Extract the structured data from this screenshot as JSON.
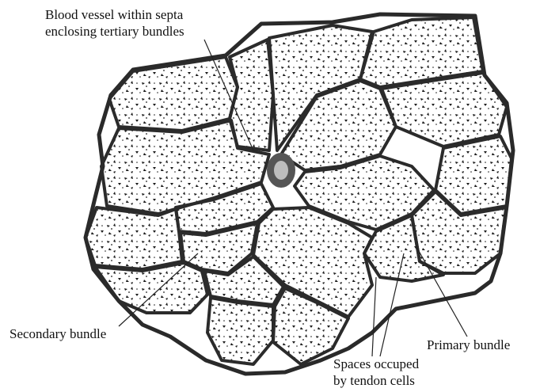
{
  "diagram": {
    "labels": {
      "blood_vessel_line1": "Blood vessel within septa",
      "blood_vessel_line2": "enclosing tertiary bundles",
      "secondary_bundle": "Secondary bundle",
      "primary_bundle": "Primary bundle",
      "spaces_line1": "Spaces occuped",
      "spaces_line2": "by tendon cells"
    },
    "colors": {
      "ink": "#1a1a1a",
      "septa": "#3a3a3a",
      "background": "#ffffff"
    }
  }
}
